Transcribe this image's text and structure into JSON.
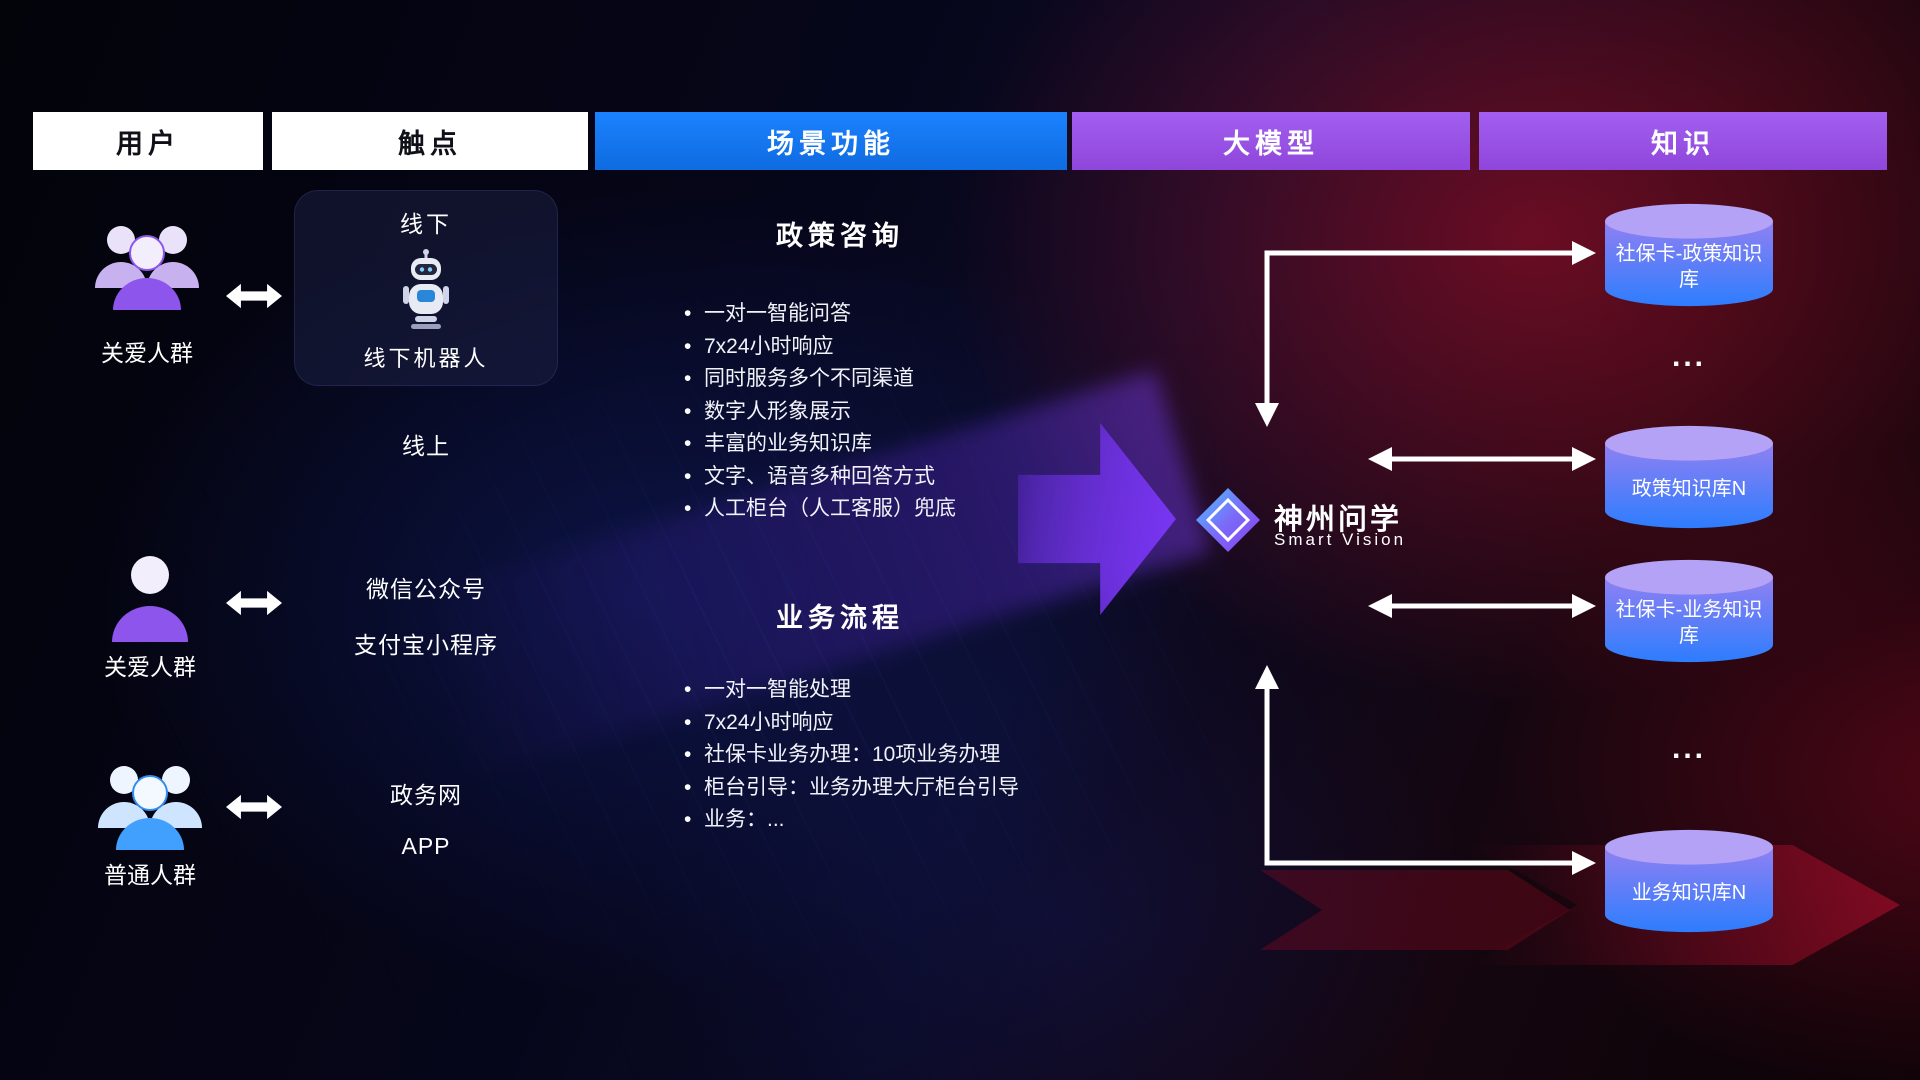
{
  "header": {
    "columns": [
      {
        "label": "用户"
      },
      {
        "label": "触点"
      },
      {
        "label": "场景功能"
      },
      {
        "label": "大模型"
      },
      {
        "label": "知识"
      }
    ]
  },
  "users": {
    "rows": [
      {
        "label": "关爱人群"
      },
      {
        "label": "关爱人群"
      },
      {
        "label": "普通人群"
      }
    ]
  },
  "touchpoints": {
    "offline_title": "线下",
    "offline_robot": "线下机器人",
    "online": "线上",
    "wechat": "微信公众号",
    "alipay": "支付宝小程序",
    "gov": "政务网",
    "app": "APP"
  },
  "scenarios": [
    {
      "title": "政策咨询",
      "bullets": [
        "一对一智能问答",
        "7x24小时响应",
        "同时服务多个不同渠道",
        "数字人形象展示",
        "丰富的业务知识库",
        "文字、语音多种回答方式",
        "人工柜台（人工客服）兜底"
      ]
    },
    {
      "title": "业务流程",
      "bullets": [
        "一对一智能处理",
        "7x24小时响应",
        "社保卡业务办理：10项业务办理",
        "柜台引导：业务办理大厅柜台引导",
        "业务：..."
      ]
    }
  ],
  "model": {
    "name": "神州问学",
    "subtitle": "Smart Vision"
  },
  "knowledge": {
    "cylinders": [
      {
        "label": "社保卡-政策知识库"
      },
      {
        "label": "政策知识库N"
      },
      {
        "label": "社保卡-业务知识库"
      },
      {
        "label": "业务知识库N"
      }
    ],
    "ellipsis": "..."
  },
  "colors": {
    "header_blue": "#1276f2",
    "header_purple": "#9b55e6",
    "cylinder_top": "#b3a2f6",
    "cylinder_body_top": "#9080f2",
    "cylinder_body_bottom": "#2d7dfe",
    "people_purple": "#8d55ec",
    "people_blue": "#41a0fe",
    "arrow_white": "#ffffff",
    "accent_purple": "#7635ee"
  }
}
